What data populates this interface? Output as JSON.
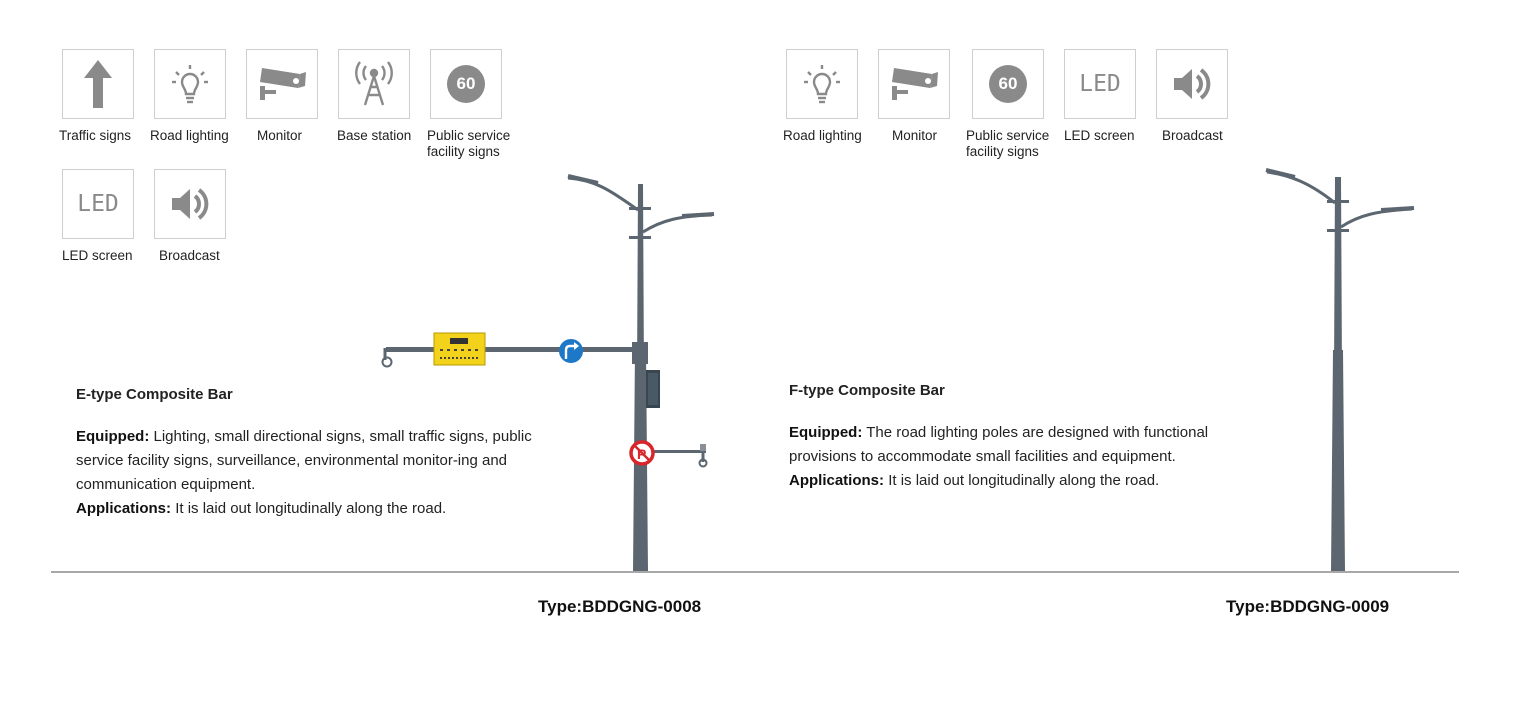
{
  "left": {
    "icons": [
      {
        "name": "traffic-sign-icon",
        "label": "Traffic signs"
      },
      {
        "name": "road-lighting-icon",
        "label": "Road lighting"
      },
      {
        "name": "monitor-camera-icon",
        "label": "Monitor"
      },
      {
        "name": "base-station-icon",
        "label": "Base station"
      },
      {
        "name": "speed-limit-icon",
        "label": "Public service facility signs",
        "glyph": "60"
      },
      {
        "name": "led-screen-icon",
        "label": "LED screen",
        "glyph": "LED"
      },
      {
        "name": "broadcast-speaker-icon",
        "label": "Broadcast"
      }
    ],
    "title": "E-type Composite Bar",
    "equipped_label": "Equipped:",
    "equipped_text": "Lighting, small directional signs, small traffic signs, public service facility signs, surveillance, environmental monitor-ing and communication equipment.",
    "applications_label": "Applications:",
    "applications_text": "It is laid out longitudinally along the road.",
    "type_code": "Type:BDDGNG-0008"
  },
  "right": {
    "icons": [
      {
        "name": "road-lighting-icon",
        "label": "Road lighting"
      },
      {
        "name": "monitor-camera-icon",
        "label": "Monitor"
      },
      {
        "name": "speed-limit-icon",
        "label": "Public service facility signs",
        "glyph": "60"
      },
      {
        "name": "led-screen-icon",
        "label": "LED screen",
        "glyph": "LED"
      },
      {
        "name": "broadcast-speaker-icon",
        "label": "Broadcast"
      }
    ],
    "title": "F-type Composite Bar",
    "equipped_label": "Equipped:",
    "equipped_text": "The road lighting poles are designed with functional provisions to accommodate small facilities and equipment.",
    "applications_label": "Applications:",
    "applications_text": "It is laid out longitudinally along the road.",
    "type_code": "Type:BDDGNG-0009"
  },
  "colors": {
    "icon_grey": "#8a8a8a",
    "pole": "#5c6670",
    "sign_yellow": "#f2d21a",
    "sign_blue": "#1e78c8",
    "no_parking_red": "#d8262b"
  }
}
